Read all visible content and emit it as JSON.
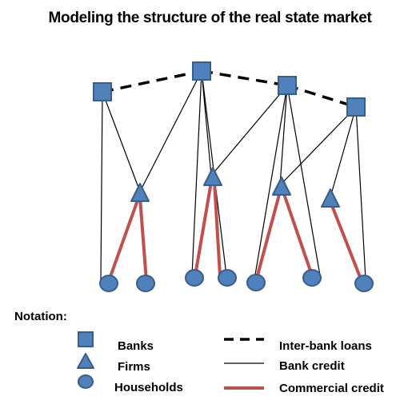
{
  "title": "Modeling the structure of the real state market",
  "notation": {
    "heading": "Notation:",
    "node_types": [
      {
        "label": "Banks",
        "shape": "square"
      },
      {
        "label": "Firms",
        "shape": "triangle"
      },
      {
        "label": "Households",
        "shape": "circle"
      }
    ],
    "link_types": [
      {
        "label": "Inter-bank loans",
        "style": "dashed"
      },
      {
        "label": "Bank credit",
        "style": "thin"
      },
      {
        "label": "Commercial credit",
        "style": "thick-red"
      }
    ]
  },
  "colors": {
    "node_fill": "#4f81bd",
    "node_stroke": "#385d8a",
    "commercial_credit": "#c0504d",
    "bank_credit": "#000000",
    "interbank": "#000000"
  }
}
